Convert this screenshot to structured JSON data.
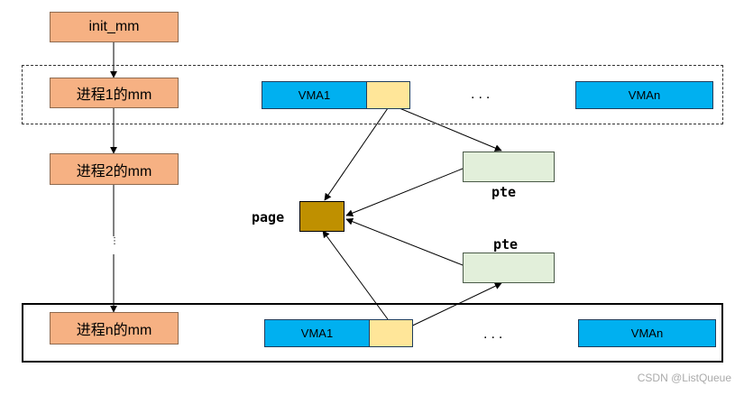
{
  "init_mm": "init_mm",
  "process1_mm": "进程1的mm",
  "process2_mm": "进程2的mm",
  "processn_mm": "进程n的mm",
  "vma_top_1": "VMA1",
  "vma_top_n": "VMAn",
  "vma_bottom_1": "VMA1",
  "vma_bottom_n": "VMAn",
  "ellipsis_top": "...",
  "ellipsis_bottom": "...",
  "vertical_ellipsis": "⋮",
  "page_label": "page",
  "pte_label_top": "pte",
  "pte_label_bottom": "pte",
  "watermark": "CSDN @ListQueue",
  "colors": {
    "mm_box": "#f6b183",
    "vma": "#00b0f0",
    "page_table_entry": "#ffe699",
    "pte_box": "#e2efda",
    "page": "#bf9000"
  }
}
